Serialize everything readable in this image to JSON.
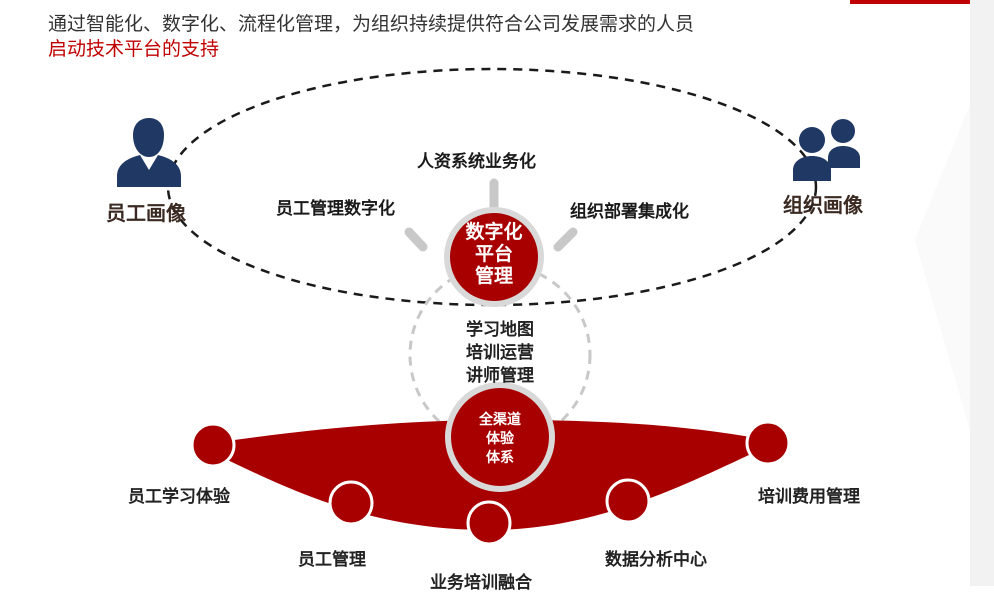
{
  "header": {
    "line1": "通过智能化、数字化、流程化管理，为组织持续提供符合公司发展需求的人员",
    "line2": "启动技术平台的支持"
  },
  "left_profile": {
    "label": "员工画像",
    "icon": "person-icon"
  },
  "right_profile": {
    "label": "组织画像",
    "icon": "group-icon"
  },
  "facets": {
    "top": "人资系统业务化",
    "left": "员工管理数字化",
    "right": "组织部署集成化"
  },
  "center_circle": {
    "lines": [
      "数字化",
      "平台",
      "管理"
    ]
  },
  "middle_list": [
    "学习地图",
    "培训运营",
    "讲师管理"
  ],
  "bottom_center": {
    "lines": [
      "全渠道",
      "体验",
      "体系"
    ]
  },
  "bottom_nodes": [
    "员工学习体验",
    "员工管理",
    "业务培训融合",
    "数据分析中心",
    "培训费用管理"
  ],
  "colors": {
    "accent": "#a80000",
    "dark_navy": "#1f3864",
    "gray": "#c8c8c8"
  }
}
